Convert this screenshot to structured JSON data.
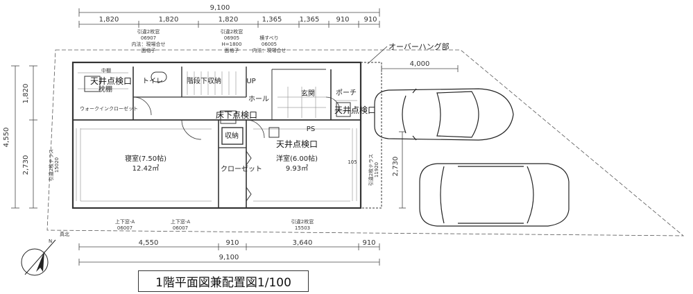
{
  "overall_dims": {
    "top": "9,100",
    "bottom": "9,100",
    "left": "4,550"
  },
  "top_dims": [
    "1,820",
    "1,820",
    "1,820",
    "1,365",
    "1,365",
    "910",
    "910"
  ],
  "bottom_dims": [
    "4,550",
    "910",
    "3,640",
    "910"
  ],
  "left_dims": [
    "1,820",
    "2,730"
  ],
  "right_dims": [
    "4,000",
    "2,730"
  ],
  "windows_top": [
    {
      "l1": "引違2枚窓",
      "l2": "06907",
      "l3": "内法：現場合せ",
      "l4": "面格子"
    },
    {
      "l1": "引違2枚窓",
      "l2": "06905",
      "l3": "H=1800",
      "l4": "面格子"
    },
    {
      "l1": "横すべり",
      "l2": "06005",
      "l3": "内法：現場合せ",
      "l4": ""
    }
  ],
  "windows_bottom": [
    {
      "l1": "上下窓-A",
      "l2": "06007"
    },
    {
      "l1": "上下窓-A",
      "l2": "06007"
    },
    {
      "l1": "引違2枚窓",
      "l2": "15503"
    }
  ],
  "side_windows": {
    "left": "引違2枚テラス\n15020",
    "right": "引違2枚テラス\n11920"
  },
  "rooms": {
    "tana": "中棚",
    "makura": "枕棚",
    "inspection1": "天井点検口",
    "toilet": "トイレ",
    "stair_storage": "階段下収納",
    "up": "UP",
    "hall": "ホール",
    "entrance": "玄関",
    "porch": "ポーチ",
    "inspection2": "天井点検口",
    "walkin": "ウォークインクローゼット",
    "floor_inspection": "床下点検口",
    "ps": "PS",
    "storage": "収納",
    "inspection3": "天井点検口",
    "bedroom": "寝室(7.50帖)",
    "bedroom_area": "12.42㎡",
    "closet": "クローゼット",
    "western": "洋室(6.00帖)",
    "western_area": "9.93㎡",
    "num105": "105"
  },
  "overhang": "オーバーハング部",
  "north": "真北",
  "title": "1階平面図兼配置図1/100"
}
